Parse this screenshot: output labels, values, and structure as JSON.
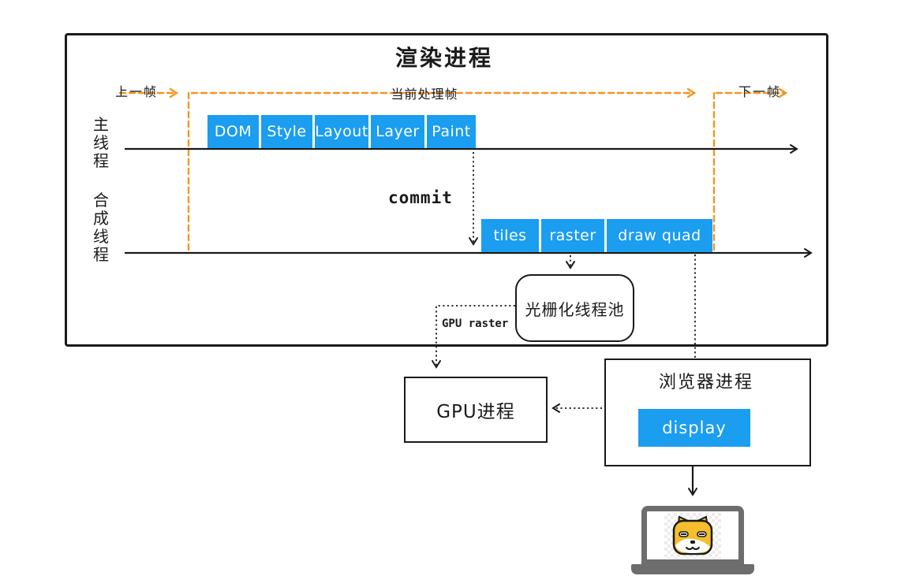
{
  "colors": {
    "accent_blue": "#1B9DF0",
    "orange": "#F7941E"
  },
  "rendering_process": {
    "title": "渲染进程",
    "frame_markers": {
      "prev_frame": "上一帧",
      "current_frame": "当前处理帧",
      "next_frame": "下一帧"
    },
    "main_thread": {
      "label": "主线程",
      "stages": [
        "DOM",
        "Style",
        "Layout",
        "Layer",
        "Paint"
      ]
    },
    "compositor_thread": {
      "label": "合成线程",
      "stages": [
        "tiles",
        "raster",
        "draw quad"
      ]
    },
    "commit_label": "commit",
    "raster_pool_label": "光栅化线程池",
    "gpu_raster_label": "GPU raster"
  },
  "gpu_process": {
    "label": "GPU进程"
  },
  "browser_process": {
    "title": "浏览器进程",
    "display_label": "display"
  }
}
